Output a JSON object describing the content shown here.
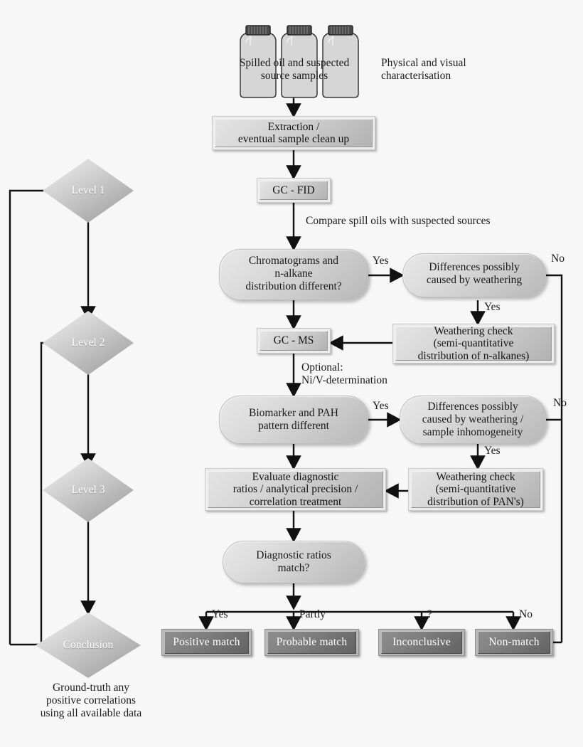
{
  "diagram": {
    "title": "Oil spill source identification flowchart",
    "bottles_caption": "Spilled oil and suspected\nsource samples",
    "side_note_top": "Physical and visual\ncharacterisation",
    "compare_note": "Compare spill oils with suspected sources",
    "optional_note": "Optional:\nNi/V-determination",
    "footer_note": "Ground-truth any\npositive correlations\nusing all available data"
  },
  "levels": [
    {
      "id": "level-1",
      "label": "Level 1"
    },
    {
      "id": "level-2",
      "label": "Level 2"
    },
    {
      "id": "level-3",
      "label": "Level 3"
    },
    {
      "id": "conclusion",
      "label": "Conclusion"
    }
  ],
  "nodes": {
    "extraction": "Extraction /\neventual sample clean up",
    "gc_fid": "GC - FID",
    "chromatograms": "Chromatograms and\nn-alkane\ndistribution different?",
    "diff_weathering_1": "Differences possibly\ncaused by weathering",
    "weathering_check_1": "Weathering check\n(semi-quantitative\ndistribution of n-alkanes)",
    "gc_ms": "GC - MS",
    "biomarker": "Biomarker and PAH\npattern different",
    "diff_weathering_2": "Differences possibly\ncaused by weathering /\nsample inhomogeneity",
    "weathering_check_2": "Weathering check\n(semi-quantitative\ndistribution of PAN's)",
    "evaluate": "Evaluate diagnostic\nratios / analytical precision /\ncorrelation treatment",
    "diagnostic_match": "Diagnostic ratios\nmatch?"
  },
  "results": [
    {
      "id": "positive-match",
      "label": "Positive match",
      "branch": "Yes"
    },
    {
      "id": "probable-match",
      "label": "Probable match",
      "branch": "Partly"
    },
    {
      "id": "inconclusive",
      "label": "Inconclusive",
      "branch": "?"
    },
    {
      "id": "non-match",
      "label": "Non-match",
      "branch": "No"
    }
  ],
  "edge_labels": {
    "yes_1": "Yes",
    "no_1": "No",
    "yes_2": "Yes",
    "yes_3": "Yes",
    "no_2": "No",
    "yes_4": "Yes",
    "branch_yes": "Yes",
    "branch_partly": "Partly",
    "branch_question": "?",
    "branch_no": "No"
  },
  "colors": {
    "background": "#f7f7f7",
    "box_light": "#d2d2d2",
    "box_dark": "#7f7f7f",
    "line": "#111111",
    "text": "#141414",
    "text_inverse": "#ffffff"
  }
}
